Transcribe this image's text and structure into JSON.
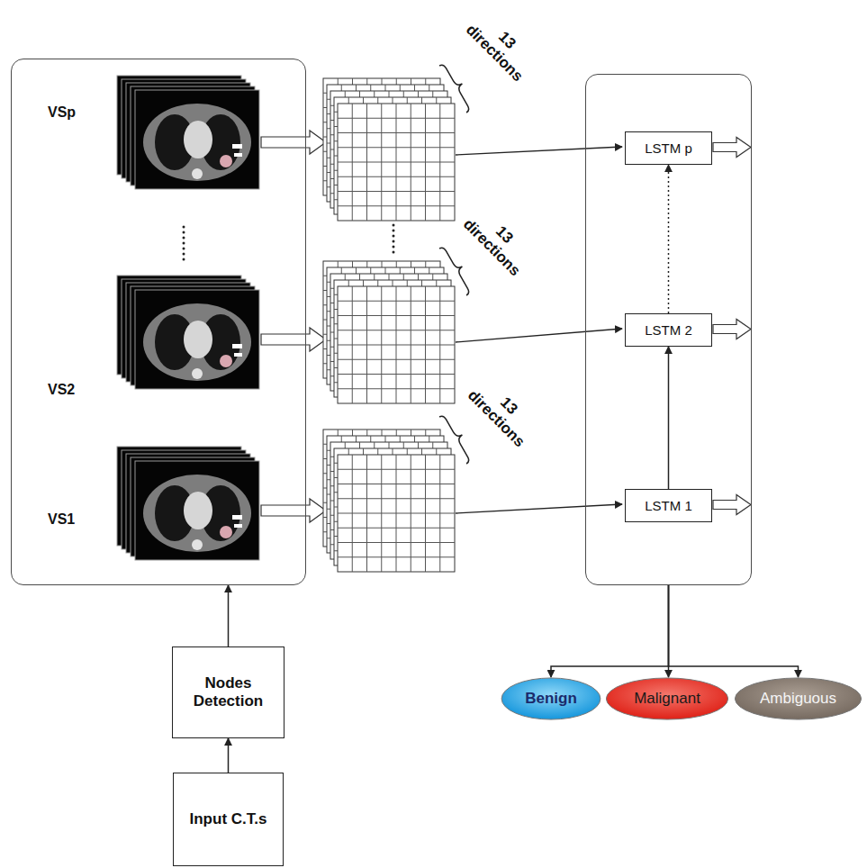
{
  "diagram": {
    "nodes": [
      {
        "text": [
          "VSp",
          "VS2",
          "VS1"
        ]
      },
      {
        "text": []
      },
      {
        "text": [
          "LSTM p"
        ],
        "in": 1
      },
      {
        "text": [
          "LSTM 2"
        ],
        "in": 1
      },
      {
        "text": [
          "LSTM 1"
        ],
        "in": 1
      },
      {
        "text": [
          "Nodes Detection"
        ]
      },
      {
        "text": [
          "Input C.T.s"
        ]
      },
      {
        "text": [
          "Benign"
        ]
      },
      {
        "text": [
          "Malignant"
        ]
      },
      {
        "text": [
          "Ambiguous"
        ]
      }
    ],
    "edges": [
      {
        "from": 6,
        "to": 5,
        "arrow": "to"
      },
      {
        "from": 5,
        "to": 0,
        "arrow": "to"
      },
      {
        "from": 4,
        "to": 3,
        "arrow": "to"
      },
      {
        "from": 3,
        "to": 2,
        "arrow": "to"
      },
      {
        "from": 1,
        "to": 7,
        "arrow": "to"
      },
      {
        "from": 1,
        "to": 8,
        "arrow": "to"
      },
      {
        "from": 1,
        "to": 9,
        "arrow": "to"
      }
    ],
    "labels": [
      "13 directions",
      "13 directions",
      "13 directions"
    ]
  }
}
